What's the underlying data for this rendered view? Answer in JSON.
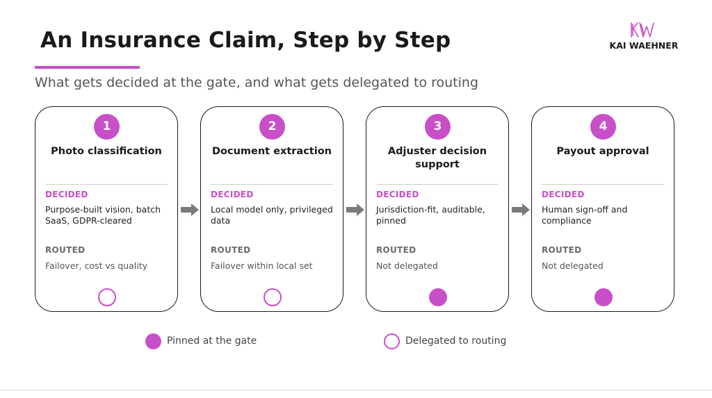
{
  "header": {
    "title": "An Insurance Claim, Step by Step",
    "subtitle": "What gets decided at the gate, and what gets delegated to routing",
    "accent_color": "#c84fc8"
  },
  "logo": {
    "mark": "KW",
    "text": "KAI WAEHNER"
  },
  "labels": {
    "decided": "DECIDED",
    "routed": "ROUTED"
  },
  "steps": [
    {
      "number": "1",
      "title": "Photo classification",
      "decided": "Purpose-built vision, batch SaaS, GDPR-cleared",
      "routed": "Failover, cost vs quality",
      "state": "Delegated to routing"
    },
    {
      "number": "2",
      "title": "Document extraction",
      "decided": "Local model only, privileged data",
      "routed": "Failover within local set",
      "state": "Delegated to routing"
    },
    {
      "number": "3",
      "title": "Adjuster decision support",
      "decided": "Jurisdiction-fit, auditable, pinned",
      "routed": "Not delegated",
      "state": "Pinned at the gate"
    },
    {
      "number": "4",
      "title": "Payout approval",
      "decided": "Human sign-off and compliance",
      "routed": "Not delegated",
      "state": "Pinned at the gate"
    }
  ],
  "legend": {
    "pinned": "Pinned at the gate",
    "delegated": "Delegated to routing"
  },
  "colors": {
    "accent": "#c84fc8",
    "arrow": "#7a7a7a",
    "text": "#1a1a1a",
    "muted": "#6b6b6b"
  }
}
